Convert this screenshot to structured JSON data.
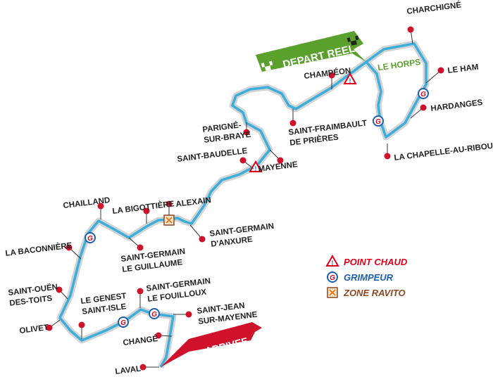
{
  "colors": {
    "route": "#3aaedc",
    "route_halo": "#d3d3d3",
    "pin": "#d0112b",
    "start": "#5aa02c",
    "finish": "#d0112b",
    "point_chaud": "#e2001a",
    "grimpeur": "#1d5fae",
    "ravito": "#8a4a22"
  },
  "banners": {
    "start": "DEPART REEL",
    "finish": "ARRIVEE",
    "start_point": "LE HORPS"
  },
  "places": [
    {
      "id": "charchigne",
      "lines": [
        "CHARCHIGNÉ",
        ""
      ]
    },
    {
      "id": "le-ham",
      "lines": [
        "LE HAM",
        ""
      ]
    },
    {
      "id": "hardanges",
      "lines": [
        "HARDANGES",
        ""
      ]
    },
    {
      "id": "la-chapelle-au-riboul",
      "lines": [
        "LA CHAPELLE-AU-RIBOUL",
        ""
      ]
    },
    {
      "id": "champeon",
      "lines": [
        "CHAMPÉON",
        ""
      ]
    },
    {
      "id": "saint-fraimbault",
      "lines": [
        "SAINT-FRAIMBAULT",
        "DE PRIÈRES"
      ]
    },
    {
      "id": "mayenne",
      "lines": [
        "MAYENNE",
        ""
      ]
    },
    {
      "id": "parigne",
      "lines": [
        "PARIGNÉ-",
        "SUR-BRAYE"
      ]
    },
    {
      "id": "saint-baudelle",
      "lines": [
        "SAINT-BAUDELLE",
        ""
      ]
    },
    {
      "id": "alexain",
      "lines": [
        "ALEXAIN",
        ""
      ]
    },
    {
      "id": "la-bigottiere",
      "lines": [
        "LA BIGOTTIÈRE",
        ""
      ]
    },
    {
      "id": "chailland",
      "lines": [
        "CHAILLAND",
        ""
      ]
    },
    {
      "id": "saint-germain-d-anxure",
      "lines": [
        "SAINT-GERMAIN",
        "D'ANXURE"
      ]
    },
    {
      "id": "saint-germain-le-guillaume",
      "lines": [
        "SAINT-GERMAIN",
        "LE GUILLAUME"
      ]
    },
    {
      "id": "la-baconniere",
      "lines": [
        "LA BACONNIÈRE",
        ""
      ]
    },
    {
      "id": "saint-ouen-des-toits",
      "lines": [
        "SAINT-OUËN",
        "DES-TOITS"
      ]
    },
    {
      "id": "olivet",
      "lines": [
        "OLIVET",
        ""
      ]
    },
    {
      "id": "le-genest-saint-isle",
      "lines": [
        "LE GENEST",
        "SAINT-ISLE"
      ]
    },
    {
      "id": "saint-germain-le-fouilloux",
      "lines": [
        "SAINT-GERMAIN",
        "LE FOUILLOUX"
      ]
    },
    {
      "id": "saint-jean-sur-mayenne",
      "lines": [
        "SAINT-JEAN",
        "SUR-MAYENNE"
      ]
    },
    {
      "id": "change",
      "lines": [
        "CHANGÉ",
        ""
      ]
    },
    {
      "id": "laval",
      "lines": [
        "LAVAL",
        ""
      ]
    }
  ],
  "legend": [
    {
      "icon": "point-chaud",
      "label": "POINT CHAUD",
      "symbol": "!"
    },
    {
      "icon": "grimpeur",
      "label": "GRIMPEUR",
      "symbol": "G"
    },
    {
      "icon": "zone-ravito",
      "label": "ZONE RAVITO",
      "symbol": "✕"
    }
  ]
}
